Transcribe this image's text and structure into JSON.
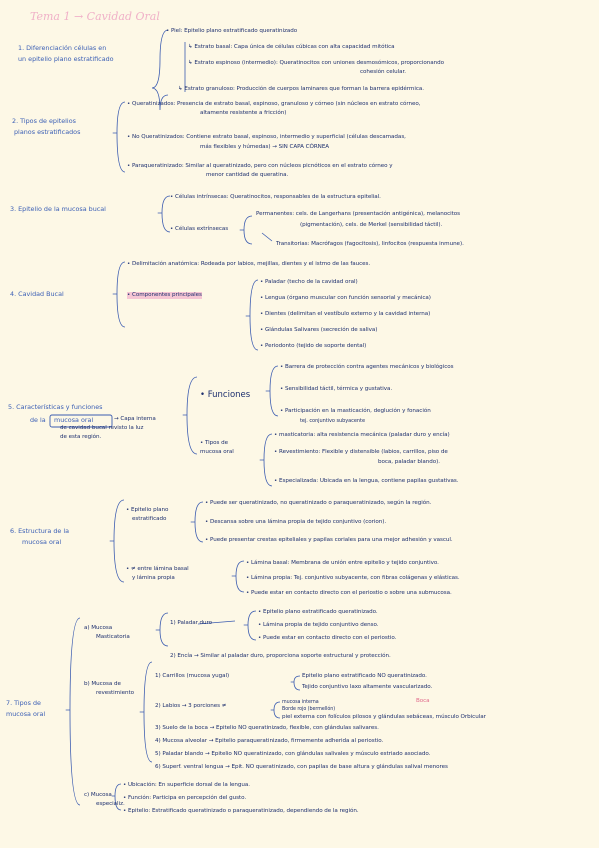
{
  "title": "Tema 1 → Cavidad Oral",
  "s1": {
    "head1": "1. Diferenciación células en",
    "head2": "un epitelio plano estratificado",
    "a": "• Piel: Epitelio plano estratificado queratinizado",
    "b": "↳ Estrato basal: Capa única de células cúbicas con alta capacidad mitótica",
    "c": "↳ Estrato espinoso (intermedio): Queratinocitos con uniones desmosómicos, proporcionando",
    "c2": "cohesión celular.",
    "d": "↳ Estrato granuloso: Producción de cuerpos laminares que forman la barrera epidérmica."
  },
  "s2": {
    "head1": "2. Tipos de epitelios",
    "head2": "planos estratificados",
    "a": "• Queratinizados: Presencia de estrato basal, espinoso, granuloso y córneo (sin núcleos en estrato córneo,",
    "a2": "altamente resistente a fricción)",
    "b": "• No Queratinizados: Contiene estrato basal, espinoso, intermedio y superficial (células descamadas,",
    "b2": "más flexibles y húmedas) → SIN CAPA CÓRNEA",
    "c": "• Paraqueratinizado: Similar al queratinizado, pero con núcleos picnóticos en el estrato córneo y",
    "c2": "menor cantidad de queratina."
  },
  "s3": {
    "head": "3. Epitelio de la mucosa bucal",
    "a": "• Células intrínsecas: Queratinocitos, responsables de la estructura epitelial.",
    "b": "• Células extrínsecas",
    "c": "Permanentes: cels. de Langerhans (presentación antigénica), melanocitos",
    "c2": "(pigmentación), cels. de Merkel (sensibilidad táctil).",
    "d": "Transitorias: Macrófagos (fagocitosis), linfocitos (respuesta inmune)."
  },
  "s4": {
    "head": "4. Cavidad Bucal",
    "a": "• Delimitación anatómica: Rodeada por labios, mejillas, dientes y el istmo de las fauces.",
    "b": "• Componentes principales",
    "items": [
      "• Paladar (techo de la cavidad oral)",
      "• Lengua (órgano muscular con función sensorial y mecánica)",
      "• Dientes (delimitan el vestíbulo externo y la cavidad interna)",
      "• Glándulas Salivares (secreción de saliva)",
      "• Periodonto (tejido de soporte dental)"
    ]
  },
  "s5": {
    "head1": "5. Características y funciones",
    "head2": "de la",
    "head3": "mucosa oral",
    "note1": "→ Capa interna",
    "note2": "de cavidad bucal revisto la luz",
    "note3": "de esta región.",
    "funciones": "• Funciones",
    "f1": "• Barrera de protección contra agentes mecánicos y biológicos",
    "f2": "• Sensibilidad táctil, térmica y gustativa.",
    "f3": "• Participación en la masticación, deglución y fonación",
    "f3b": "tej. conjuntivo subyacente",
    "tipos1": "• Tipos de",
    "tipos2": "mucosa oral",
    "t1": "• masticatoria: alta resistencia mecánica (paladar duro y encía)",
    "t2": "• Revestimiento: Flexible y distensible (labios, carrillos, piso de",
    "t2b": "boca, paladar blando).",
    "t3": "• Especializada: Ubicada en la lengua, contiene papilas gustativas."
  },
  "s6": {
    "head1": "6. Estructura de la",
    "head2": "mucosa oral",
    "a1": "• Epitelio plano",
    "a2": "estratificado",
    "a": "• Puede ser queratinizado, no queratinizado o paraqueratinizado, según la región.",
    "b": "• Descansa sobre una lámina propia de tejido conjuntivo (corion).",
    "c": "• Puede presentar crestas epiteliales y papilas coriales para una mejor adhesión y vascul.",
    "d1": "• ≠ entre lámina basal",
    "d2": "y lámina propia",
    "d": "• Lámina basal: Membrana de unión entre epitelio y tejido conjuntivo.",
    "e": "• Lámina propia: Tej. conjuntivo subyacente, con fibras colágenas y elásticas.",
    "f": "• Puede estar en contacto directo con el periostio o sobre una submucosa."
  },
  "s7": {
    "head1": "7. Tipos de",
    "head2": "mucosa oral",
    "a1": "a) Mucosa",
    "a2": "Masticatoria",
    "a": "1) Paladar duro",
    "a_i1": "• Epitelio plano estratificado queratinizado.",
    "a_i2": "• Lámina propia de tejido conjuntivo denso.",
    "a_i3": "• Puede estar en contacto directo con el periostio.",
    "a_2": "2) Encía → Similar al paladar duro, proporciona soporte estructural y protección.",
    "b1": "b) Mucosa de",
    "b2": "revestimiento",
    "b_1": "1) Carrillos (mucosa yugal)",
    "b_1a": "Epitelio plano estratificado NO queratinizado.",
    "b_1b": "Tejido conjuntivo laxo altamente vascularizado.",
    "b_2": "2) Labios → 3 porciones ≠",
    "b_2a": "mucosa interna",
    "b_2b": "Borde rojo (bermellón)",
    "b_2c": "piel externa con folículos pilosos y glándulas sebáceas, músculo Orbicular",
    "b_2n": "Boca",
    "b_3": "3) Suelo de la boca → Epitelio NO queratinizado, flexible, con glándulas salivares.",
    "b_4": "4) Mucosa alveolar → Epitelio paraqueratinizado, firmemente adherida al periostio.",
    "b_5": "5) Paladar blando → Epitelio NO queratinizado, con glándulas salivales y músculo estriado asociado.",
    "b_6": "6) Superf. ventral lengua → Epit. NO queratinizado, con papilas de base altura y glándulas salival menores",
    "c1": "c) Mucosa",
    "c2": "especializ.",
    "c_a": "• Ubicación: En superficie dorsal de la lengua.",
    "c_b": "• Función: Participa en percepción del gusto.",
    "c_c": "• Epitelio: Estratificado queratinizado o paraqueratinizado, dependiendo de la región."
  }
}
